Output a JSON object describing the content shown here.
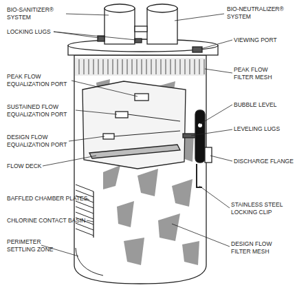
{
  "diagram": {
    "labels": [
      "BIO-SANITIZER® SYSTEM",
      "BIO-NEUTRALIZER® SYSTEM",
      "LOCKING LUGS",
      "VIEWING PORT",
      "PEAK FLOW FILTER MESH",
      "PEAK FLOW EQUALIZATION PORT",
      "BUBBLE LEVEL",
      "SUSTAINED FLOW EQUALIZATION PORT",
      "LEVELING LUGS",
      "DESIGN FLOW EQUALIZATION PORT",
      "DISCHARGE FLANGE",
      "FLOW DECK",
      "BAFFLED CHAMBER PLATES",
      "STAINLESS STEEL LOCKING CLIP",
      "CHLORINE CONTACT BASIN",
      "PERIMETER SETTLING ZONE",
      "DESIGN FLOW FILTER MESH"
    ]
  }
}
